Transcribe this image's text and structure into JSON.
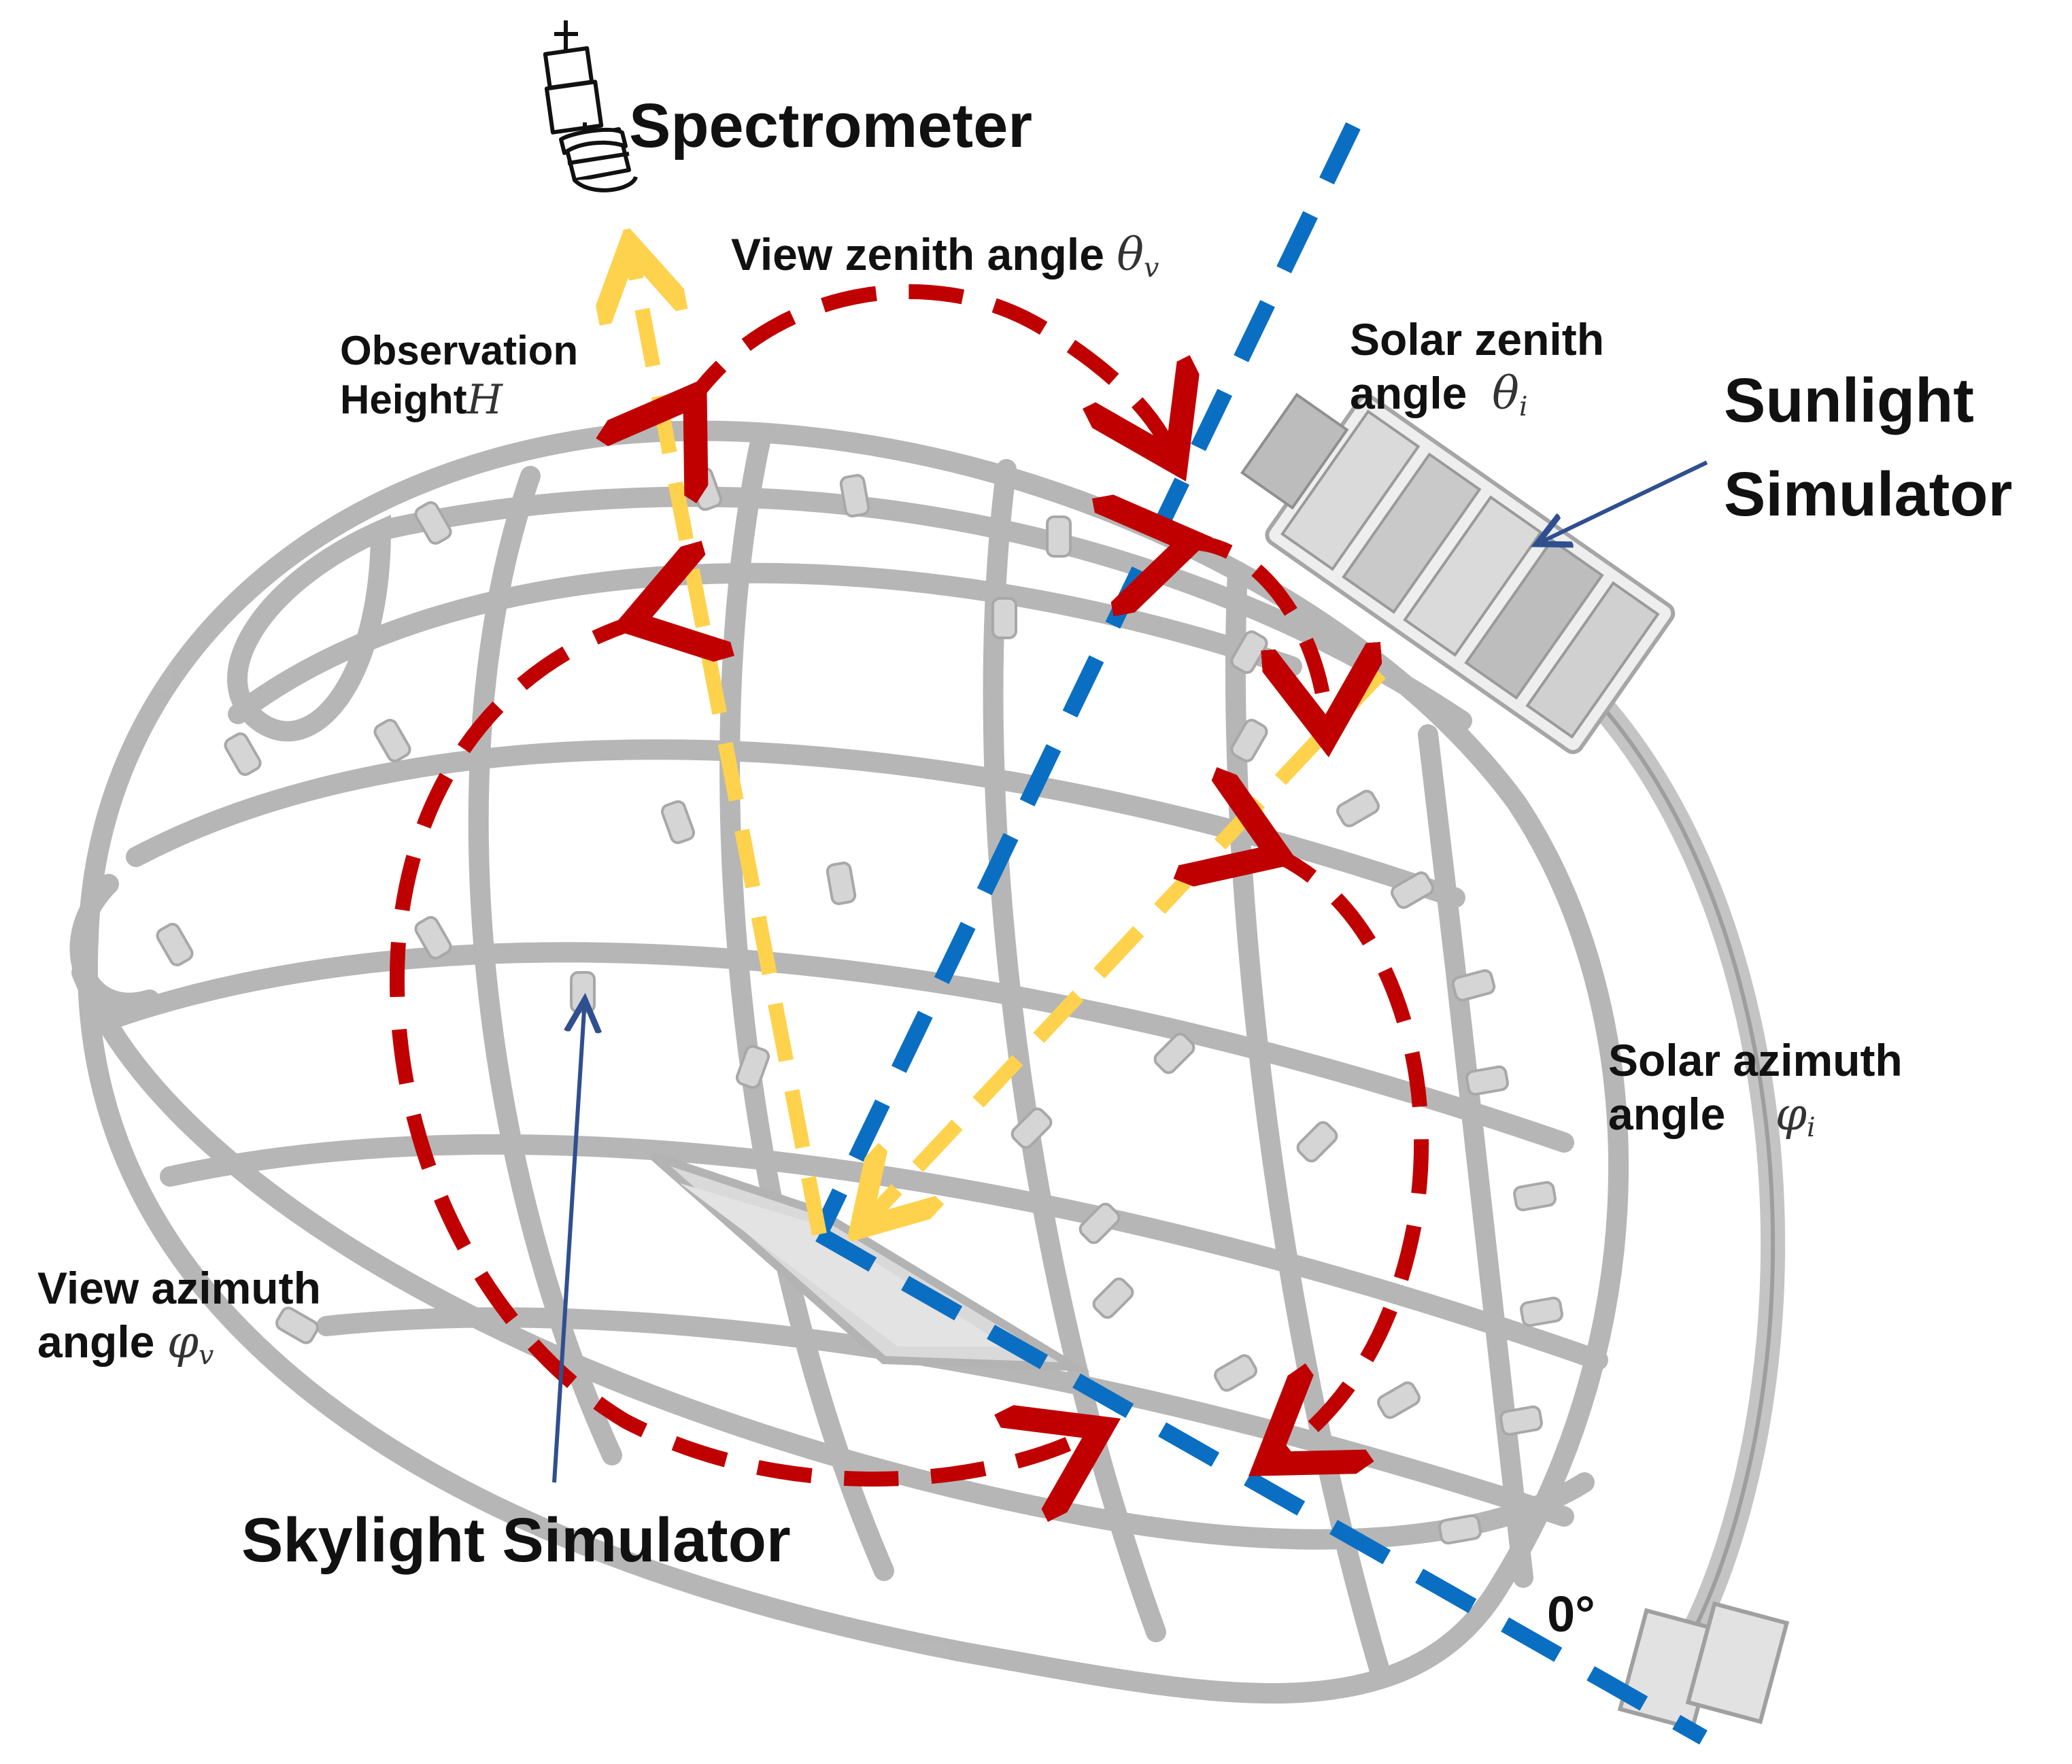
{
  "labels": {
    "spectrometer": "Spectrometer",
    "view_zenith_angle": "View zenith angle",
    "view_zenith_symbol": "θ",
    "view_zenith_sub": "v",
    "observation_height_line1": "Observation",
    "observation_height_line2": "Height",
    "observation_height_symbol": "H",
    "solar_zenith_line1": "Solar zenith",
    "solar_zenith_line2": "angle",
    "solar_zenith_symbol": "θ",
    "solar_zenith_sub": "i",
    "sunlight_simulator_line1": "Sunlight",
    "sunlight_simulator_line2": "Simulator",
    "solar_azimuth_line1": "Solar azimuth",
    "solar_azimuth_line2": "angle",
    "solar_azimuth_symbol": "φ",
    "solar_azimuth_sub": "i",
    "view_azimuth_line1": "View azimuth",
    "view_azimuth_line2": "angle",
    "view_azimuth_symbol": "φ",
    "view_azimuth_sub": "v",
    "skylight_simulator": "Skylight Simulator",
    "zero_degree": "0°"
  },
  "colors": {
    "frame": "#b3b3b3",
    "red_arrow": "#c00000",
    "blue_line": "#0a6fc2",
    "yellow_arrow": "#ffd24d",
    "pointer_arrow": "#2f4f8f"
  }
}
